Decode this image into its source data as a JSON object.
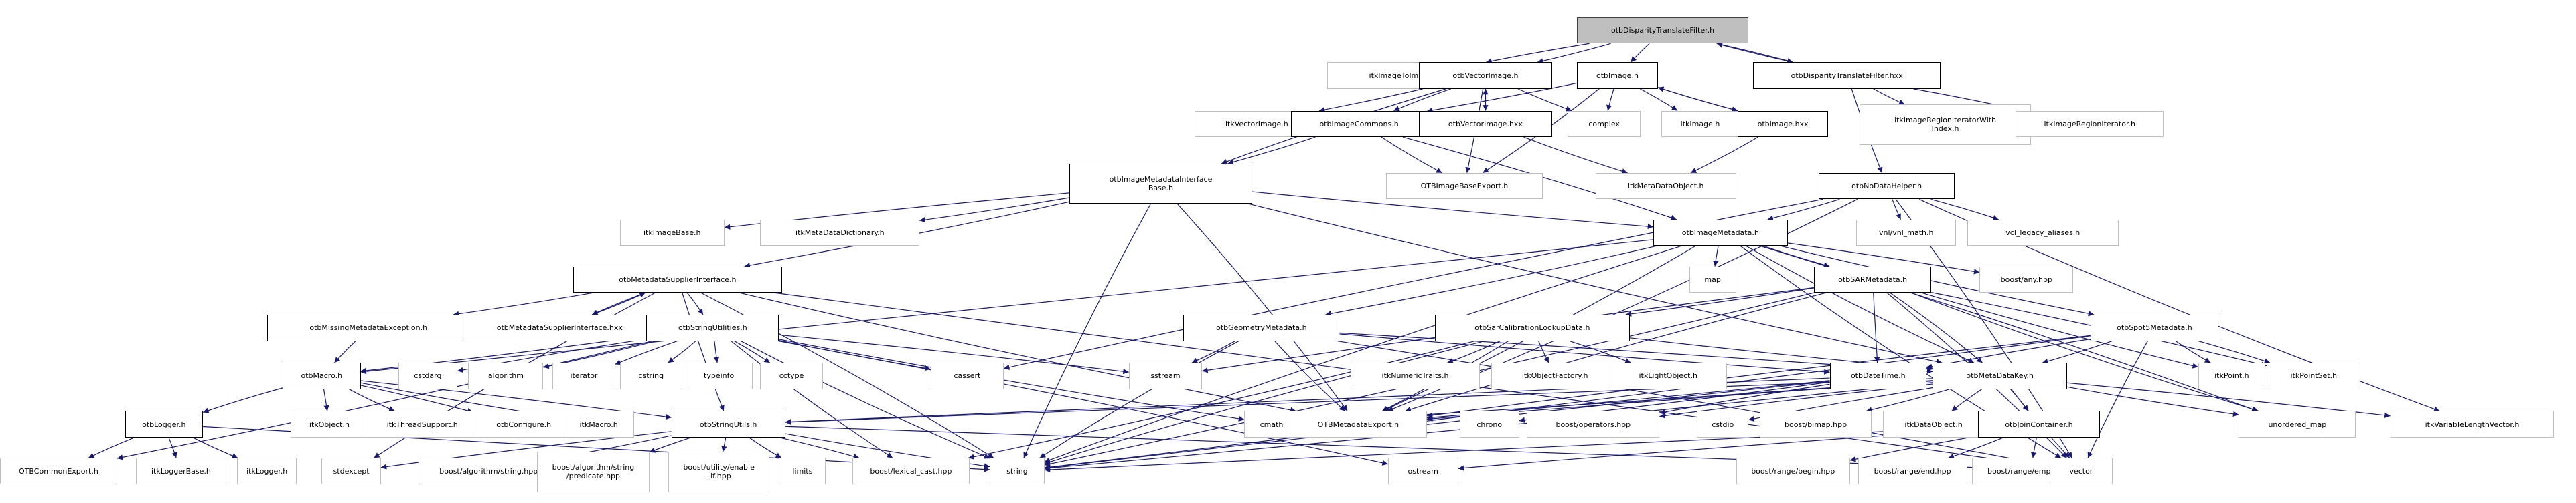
{
  "title": "otbDisparityTranslateFilter.h include dependency graph",
  "colors": {
    "edge": "#191970",
    "root_fill": "#bfbfbf",
    "internal_border": "#000000",
    "external_border": "#bfbfbf"
  },
  "nodes": [
    {
      "id": "root",
      "label": "otbDisparityTranslateFilter.h",
      "kind": "root"
    },
    {
      "id": "itkImageToImageFilter",
      "label": "itkImageToImageFilter.h",
      "kind": "ext"
    },
    {
      "id": "otbVectorImage",
      "label": "otbVectorImage.h",
      "kind": "int"
    },
    {
      "id": "otbImage",
      "label": "otbImage.h",
      "kind": "int"
    },
    {
      "id": "otbDispHxx",
      "label": "otbDisparityTranslateFilter.hxx",
      "kind": "int"
    },
    {
      "id": "itkVectorImage",
      "label": "itkVectorImage.h",
      "kind": "ext"
    },
    {
      "id": "otbImageCommons",
      "label": "otbImageCommons.h",
      "kind": "int"
    },
    {
      "id": "otbVectorImageHxx",
      "label": "otbVectorImage.hxx",
      "kind": "int"
    },
    {
      "id": "complex",
      "label": "complex",
      "kind": "ext"
    },
    {
      "id": "itkImage",
      "label": "itkImage.h",
      "kind": "ext"
    },
    {
      "id": "otbImageHxx",
      "label": "otbImage.hxx",
      "kind": "int"
    },
    {
      "id": "itkIRIWI",
      "label": "itkImageRegionIteratorWith\nIndex.h",
      "kind": "ext"
    },
    {
      "id": "itkIRI",
      "label": "itkImageRegionIterator.h",
      "kind": "ext"
    },
    {
      "id": "otbIMIB",
      "label": "otbImageMetadataInterface\nBase.h",
      "kind": "int"
    },
    {
      "id": "OTBImageBaseExport",
      "label": "OTBImageBaseExport.h",
      "kind": "ext"
    },
    {
      "id": "itkMetaDataObject",
      "label": "itkMetaDataObject.h",
      "kind": "ext"
    },
    {
      "id": "otbNoDataHelper",
      "label": "otbNoDataHelper.h",
      "kind": "int"
    },
    {
      "id": "itkImageBase",
      "label": "itkImageBase.h",
      "kind": "ext"
    },
    {
      "id": "itkMetaDataDictionary",
      "label": "itkMetaDataDictionary.h",
      "kind": "ext"
    },
    {
      "id": "otbImageMetadata",
      "label": "otbImageMetadata.h",
      "kind": "int"
    },
    {
      "id": "vnl_math",
      "label": "vnl/vnl_math.h",
      "kind": "ext"
    },
    {
      "id": "vcl_legacy",
      "label": "vcl_legacy_aliases.h",
      "kind": "ext"
    },
    {
      "id": "map",
      "label": "map",
      "kind": "ext"
    },
    {
      "id": "otbSARMetadata",
      "label": "otbSARMetadata.h",
      "kind": "int"
    },
    {
      "id": "boost_any",
      "label": "boost/any.hpp",
      "kind": "ext"
    },
    {
      "id": "otbMSI",
      "label": "otbMetadataSupplierInterface.h",
      "kind": "int"
    },
    {
      "id": "otbMissingMeta",
      "label": "otbMissingMetadataException.h",
      "kind": "int"
    },
    {
      "id": "otbMSIHxx",
      "label": "otbMetadataSupplierInterface.hxx",
      "kind": "int"
    },
    {
      "id": "otbStringUtilities",
      "label": "otbStringUtilities.h",
      "kind": "int"
    },
    {
      "id": "otbGeometryMetadata",
      "label": "otbGeometryMetadata.h",
      "kind": "int"
    },
    {
      "id": "otbSarCalib",
      "label": "otbSarCalibrationLookupData.h",
      "kind": "int"
    },
    {
      "id": "otbSpot5",
      "label": "otbSpot5Metadata.h",
      "kind": "int"
    },
    {
      "id": "otbMacro",
      "label": "otbMacro.h",
      "kind": "int"
    },
    {
      "id": "cstdarg",
      "label": "cstdarg",
      "kind": "ext"
    },
    {
      "id": "algorithm",
      "label": "algorithm",
      "kind": "ext"
    },
    {
      "id": "iterator",
      "label": "iterator",
      "kind": "ext"
    },
    {
      "id": "cstring",
      "label": "cstring",
      "kind": "ext"
    },
    {
      "id": "typeinfo",
      "label": "typeinfo",
      "kind": "ext"
    },
    {
      "id": "cctype",
      "label": "cctype",
      "kind": "ext"
    },
    {
      "id": "cassert",
      "label": "cassert",
      "kind": "ext"
    },
    {
      "id": "sstream",
      "label": "sstream",
      "kind": "ext"
    },
    {
      "id": "itkNumericTraits",
      "label": "itkNumericTraits.h",
      "kind": "ext"
    },
    {
      "id": "itkObjectFactory",
      "label": "itkObjectFactory.h",
      "kind": "ext"
    },
    {
      "id": "itkLightObject",
      "label": "itkLightObject.h",
      "kind": "ext"
    },
    {
      "id": "otbDateTime",
      "label": "otbDateTime.h",
      "kind": "int"
    },
    {
      "id": "otbMetaDataKey",
      "label": "otbMetaDataKey.h",
      "kind": "int"
    },
    {
      "id": "itkPoint",
      "label": "itkPoint.h",
      "kind": "ext"
    },
    {
      "id": "itkPointSet",
      "label": "itkPointSet.h",
      "kind": "ext"
    },
    {
      "id": "otbLogger",
      "label": "otbLogger.h",
      "kind": "int"
    },
    {
      "id": "itkObject",
      "label": "itkObject.h",
      "kind": "ext"
    },
    {
      "id": "itkThreadSupport",
      "label": "itkThreadSupport.h",
      "kind": "ext"
    },
    {
      "id": "otbConfigure",
      "label": "otbConfigure.h",
      "kind": "ext"
    },
    {
      "id": "itkMacro",
      "label": "itkMacro.h",
      "kind": "ext"
    },
    {
      "id": "otbStringUtils",
      "label": "otbStringUtils.h",
      "kind": "int"
    },
    {
      "id": "cmath",
      "label": "cmath",
      "kind": "ext"
    },
    {
      "id": "OTBMetadataExport",
      "label": "OTBMetadataExport.h",
      "kind": "ext"
    },
    {
      "id": "chrono",
      "label": "chrono",
      "kind": "ext"
    },
    {
      "id": "boost_operators",
      "label": "boost/operators.hpp",
      "kind": "ext"
    },
    {
      "id": "cstdio",
      "label": "cstdio",
      "kind": "ext"
    },
    {
      "id": "boost_bimap",
      "label": "boost/bimap.hpp",
      "kind": "ext"
    },
    {
      "id": "itkDataObject",
      "label": "itkDataObject.h",
      "kind": "ext"
    },
    {
      "id": "otbJoinContainer",
      "label": "otbJoinContainer.h",
      "kind": "int"
    },
    {
      "id": "unordered_map",
      "label": "unordered_map",
      "kind": "ext"
    },
    {
      "id": "itkVLV",
      "label": "itkVariableLengthVector.h",
      "kind": "ext"
    },
    {
      "id": "OTBCommonExport",
      "label": "OTBCommonExport.h",
      "kind": "ext"
    },
    {
      "id": "itkLoggerBase",
      "label": "itkLoggerBase.h",
      "kind": "ext"
    },
    {
      "id": "itkLogger",
      "label": "itkLogger.h",
      "kind": "ext"
    },
    {
      "id": "stdexcept",
      "label": "stdexcept",
      "kind": "ext"
    },
    {
      "id": "boost_alg_string",
      "label": "boost/algorithm/string.hpp",
      "kind": "ext"
    },
    {
      "id": "boost_alg_pred",
      "label": "boost/algorithm/string\n/predicate.hpp",
      "kind": "ext"
    },
    {
      "id": "boost_enable_if",
      "label": "boost/utility/enable\n_if.hpp",
      "kind": "ext"
    },
    {
      "id": "limits",
      "label": "limits",
      "kind": "ext"
    },
    {
      "id": "boost_lexical",
      "label": "boost/lexical_cast.hpp",
      "kind": "ext"
    },
    {
      "id": "string",
      "label": "string",
      "kind": "ext"
    },
    {
      "id": "ostream",
      "label": "ostream",
      "kind": "ext"
    },
    {
      "id": "boost_begin",
      "label": "boost/range/begin.hpp",
      "kind": "ext"
    },
    {
      "id": "boost_end",
      "label": "boost/range/end.hpp",
      "kind": "ext"
    },
    {
      "id": "boost_empty",
      "label": "boost/range/empty.hpp",
      "kind": "ext"
    },
    {
      "id": "vector",
      "label": "vector",
      "kind": "ext"
    }
  ],
  "edges": [
    [
      "root",
      "itkImageToImageFilter"
    ],
    [
      "root",
      "otbVectorImage"
    ],
    [
      "root",
      "otbImage"
    ],
    [
      "root",
      "otbDispHxx"
    ],
    [
      "otbDispHxx",
      "root"
    ],
    [
      "otbVectorImage",
      "itkVectorImage"
    ],
    [
      "otbVectorImage",
      "otbImageCommons"
    ],
    [
      "otbVectorImage",
      "otbVectorImageHxx"
    ],
    [
      "otbVectorImage",
      "complex"
    ],
    [
      "otbVectorImage",
      "OTBImageBaseExport"
    ],
    [
      "otbVectorImage",
      "otbIMIB"
    ],
    [
      "otbVectorImageHxx",
      "otbVectorImage"
    ],
    [
      "otbVectorImageHxx",
      "itkMetaDataObject"
    ],
    [
      "otbImage",
      "otbImageCommons"
    ],
    [
      "otbImage",
      "complex"
    ],
    [
      "otbImage",
      "itkImage"
    ],
    [
      "otbImage",
      "otbImageHxx"
    ],
    [
      "otbImage",
      "OTBImageBaseExport"
    ],
    [
      "otbImageHxx",
      "otbImage"
    ],
    [
      "otbImageHxx",
      "itkMetaDataObject"
    ],
    [
      "otbDispHxx",
      "itkIRIWI"
    ],
    [
      "otbDispHxx",
      "itkIRI"
    ],
    [
      "otbDispHxx",
      "otbNoDataHelper"
    ],
    [
      "otbImageCommons",
      "otbIMIB"
    ],
    [
      "otbImageCommons",
      "OTBImageBaseExport"
    ],
    [
      "otbImageCommons",
      "otbImageMetadata"
    ],
    [
      "otbIMIB",
      "itkImageBase"
    ],
    [
      "otbIMIB",
      "itkMetaDataDictionary"
    ],
    [
      "otbIMIB",
      "otbImageMetadata"
    ],
    [
      "otbIMIB",
      "otbMSI"
    ],
    [
      "otbIMIB",
      "string"
    ],
    [
      "otbIMIB",
      "OTBMetadataExport"
    ],
    [
      "otbIMIB",
      "otbMetaDataKey"
    ],
    [
      "otbNoDataHelper",
      "otbImageMetadata"
    ],
    [
      "otbNoDataHelper",
      "vnl_math"
    ],
    [
      "otbNoDataHelper",
      "vcl_legacy"
    ],
    [
      "otbNoDataHelper",
      "cassert"
    ],
    [
      "otbNoDataHelper",
      "OTBMetadataExport"
    ],
    [
      "otbNoDataHelper",
      "itkVLV"
    ],
    [
      "otbNoDataHelper",
      "vector"
    ],
    [
      "otbImageMetadata",
      "map"
    ],
    [
      "otbImageMetadata",
      "boost_any"
    ],
    [
      "otbImageMetadata",
      "otbSARMetadata"
    ],
    [
      "otbImageMetadata",
      "otbGeometryMetadata"
    ],
    [
      "otbImageMetadata",
      "otbSpot5"
    ],
    [
      "otbImageMetadata",
      "otbMacro"
    ],
    [
      "otbImageMetadata",
      "string"
    ],
    [
      "otbImageMetadata",
      "OTBMetadataExport"
    ],
    [
      "otbImageMetadata",
      "otbMetaDataKey"
    ],
    [
      "otbImageMetadata",
      "unordered_map"
    ],
    [
      "otbImageMetadata",
      "vector"
    ],
    [
      "otbSARMetadata",
      "otbSarCalib"
    ],
    [
      "otbSARMetadata",
      "otbDateTime"
    ],
    [
      "otbSARMetadata",
      "otbMetaDataKey"
    ],
    [
      "otbSARMetadata",
      "itkPoint"
    ],
    [
      "otbSARMetadata",
      "itkPointSet"
    ],
    [
      "otbSARMetadata",
      "sstream"
    ],
    [
      "otbSARMetadata",
      "string"
    ],
    [
      "otbSARMetadata",
      "OTBMetadataExport"
    ],
    [
      "otbSARMetadata",
      "vector"
    ],
    [
      "otbSARMetadata",
      "unordered_map"
    ],
    [
      "otbMSI",
      "otbMissingMeta"
    ],
    [
      "otbMSI",
      "otbMSIHxx"
    ],
    [
      "otbMSI",
      "otbStringUtilities"
    ],
    [
      "otbMSI",
      "otbStringUtils"
    ],
    [
      "otbMSI",
      "string"
    ],
    [
      "otbMSI",
      "OTBMetadataExport"
    ],
    [
      "otbMSI",
      "vector"
    ],
    [
      "otbMSI",
      "stdexcept"
    ],
    [
      "otbMSIHxx",
      "otbMSI"
    ],
    [
      "otbMissingMeta",
      "otbMacro"
    ],
    [
      "otbStringUtilities",
      "otbMacro"
    ],
    [
      "otbStringUtilities",
      "cstdarg"
    ],
    [
      "otbStringUtilities",
      "algorithm"
    ],
    [
      "otbStringUtilities",
      "iterator"
    ],
    [
      "otbStringUtilities",
      "cstring"
    ],
    [
      "otbStringUtilities",
      "typeinfo"
    ],
    [
      "otbStringUtilities",
      "cctype"
    ],
    [
      "otbStringUtilities",
      "cassert"
    ],
    [
      "otbStringUtilities",
      "sstream"
    ],
    [
      "otbStringUtilities",
      "string"
    ],
    [
      "otbStringUtilities",
      "OTBCommonExport"
    ],
    [
      "otbStringUtilities",
      "boost_lexical"
    ],
    [
      "otbStringUtilities",
      "ostream"
    ],
    [
      "otbStringUtilities",
      "cmath"
    ],
    [
      "otbGeometryMetadata",
      "sstream"
    ],
    [
      "otbGeometryMetadata",
      "OTBMetadataExport"
    ],
    [
      "otbGeometryMetadata",
      "otbMetaDataKey"
    ],
    [
      "otbGeometryMetadata",
      "string"
    ],
    [
      "otbGeometryMetadata",
      "vector"
    ],
    [
      "otbGeometryMetadata",
      "otbDateTime"
    ],
    [
      "otbSarCalib",
      "itkNumericTraits"
    ],
    [
      "otbSarCalib",
      "itkObjectFactory"
    ],
    [
      "otbSarCalib",
      "itkLightObject"
    ],
    [
      "otbSarCalib",
      "otbMetaDataKey"
    ],
    [
      "otbSarCalib",
      "OTBMetadataExport"
    ],
    [
      "otbSarCalib",
      "string"
    ],
    [
      "otbSarCalib",
      "boost_lexical"
    ],
    [
      "otbSpot5",
      "otbDateTime"
    ],
    [
      "otbSpot5",
      "otbMetaDataKey"
    ],
    [
      "otbSpot5",
      "itkPoint"
    ],
    [
      "otbSpot5",
      "itkPointSet"
    ],
    [
      "otbSpot5",
      "vector"
    ],
    [
      "otbSpot5",
      "string"
    ],
    [
      "otbSpot5",
      "OTBMetadataExport"
    ],
    [
      "otbDateTime",
      "chrono"
    ],
    [
      "otbDateTime",
      "boost_operators"
    ],
    [
      "otbDateTime",
      "OTBMetadataExport"
    ],
    [
      "otbDateTime",
      "string"
    ],
    [
      "otbDateTime",
      "otbStringUtils"
    ],
    [
      "otbMetaDataKey",
      "cstdio"
    ],
    [
      "otbMetaDataKey",
      "boost_bimap"
    ],
    [
      "otbMetaDataKey",
      "itkDataObject"
    ],
    [
      "otbMetaDataKey",
      "otbJoinContainer"
    ],
    [
      "otbMetaDataKey",
      "unordered_map"
    ],
    [
      "otbMetaDataKey",
      "itkVLV"
    ],
    [
      "otbMetaDataKey",
      "vector"
    ],
    [
      "otbMetaDataKey",
      "string"
    ],
    [
      "otbMetaDataKey",
      "OTBMetadataExport"
    ],
    [
      "otbMetaDataKey",
      "otbStringUtils"
    ],
    [
      "otbMetaDataKey",
      "boost_operators"
    ],
    [
      "otbMetaDataKey",
      "cmath"
    ],
    [
      "otbMacro",
      "otbLogger"
    ],
    [
      "otbMacro",
      "itkObject"
    ],
    [
      "otbMacro",
      "itkThreadSupport"
    ],
    [
      "otbMacro",
      "otbConfigure"
    ],
    [
      "otbMacro",
      "itkMacro"
    ],
    [
      "otbMacro",
      "otbStringUtils"
    ],
    [
      "otbLogger",
      "OTBCommonExport"
    ],
    [
      "otbLogger",
      "itkLoggerBase"
    ],
    [
      "otbLogger",
      "itkLogger"
    ],
    [
      "otbLogger",
      "string"
    ],
    [
      "otbStringUtils",
      "stdexcept"
    ],
    [
      "otbStringUtils",
      "boost_alg_string"
    ],
    [
      "otbStringUtils",
      "boost_alg_pred"
    ],
    [
      "otbStringUtils",
      "boost_enable_if"
    ],
    [
      "otbStringUtils",
      "limits"
    ],
    [
      "otbStringUtils",
      "boost_lexical"
    ],
    [
      "otbStringUtils",
      "string"
    ],
    [
      "otbStringUtils",
      "vector"
    ],
    [
      "otbJoinContainer",
      "boost_begin"
    ],
    [
      "otbJoinContainer",
      "boost_end"
    ],
    [
      "otbJoinContainer",
      "boost_empty"
    ],
    [
      "otbJoinContainer",
      "string"
    ],
    [
      "otbJoinContainer",
      "ostream"
    ]
  ]
}
